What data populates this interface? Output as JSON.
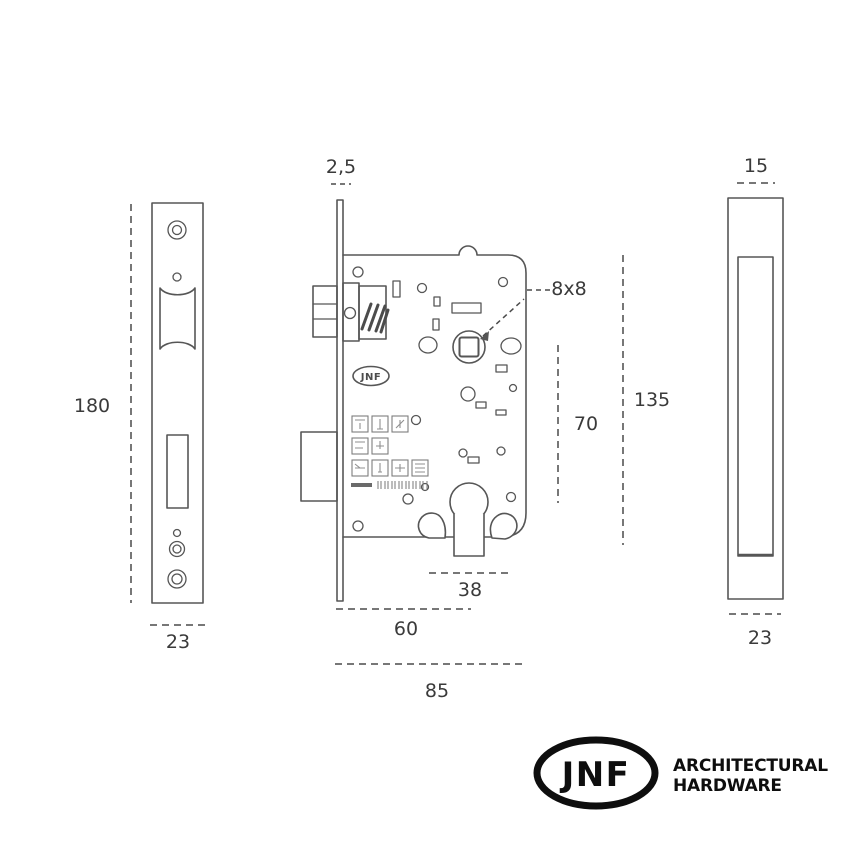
{
  "drawing": {
    "left_view": {
      "height": "180",
      "width": "23"
    },
    "middle_view": {
      "plate_thickness": "2,5",
      "spindle": "8x8",
      "centers": "70",
      "case_height": "135",
      "cylinder_width": "38",
      "backset": "60",
      "case_depth": "85",
      "stamp": "JNF"
    },
    "right_view": {
      "thickness": "15",
      "width": "23"
    }
  },
  "branding": {
    "logo": "JNF",
    "tagline_line1": "ARCHITECTURAL",
    "tagline_line2": "HARDWARE"
  },
  "colors": {
    "line": "#565656",
    "dimension_text": "#3a3a3a",
    "brand": "#0e0e0e",
    "background": "#ffffff"
  }
}
